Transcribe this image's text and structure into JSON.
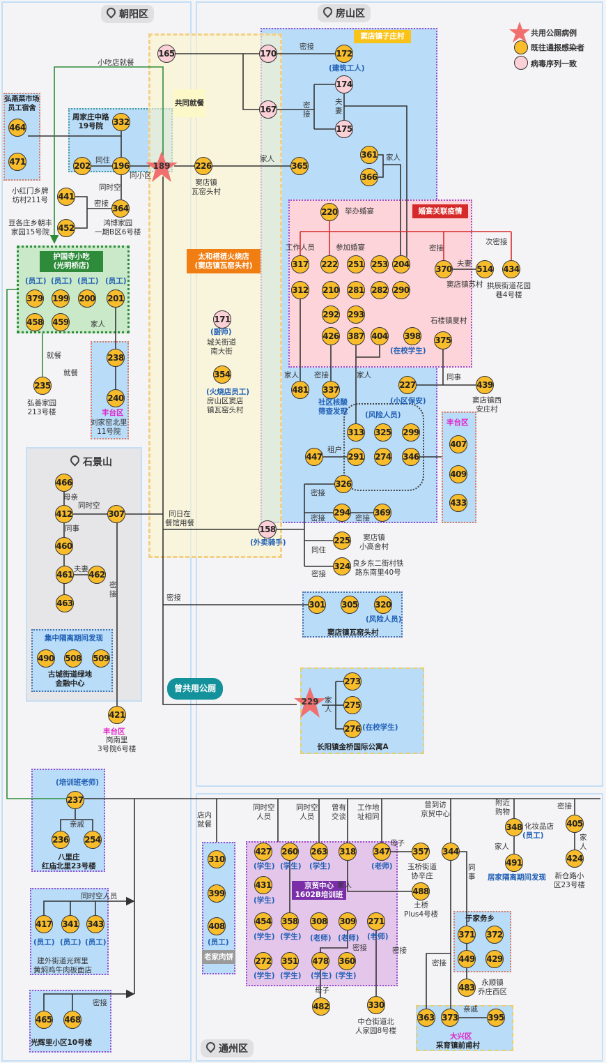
{
  "legend": {
    "star": "共用公厕病例",
    "yellow": "既往通报感染者",
    "pink": "病毒序列一致"
  },
  "districts": {
    "chaoyang": "朝阳区",
    "fangshan": "房山区",
    "shijingshan": "石景山",
    "tongzhou": "通州区"
  },
  "colors": {
    "yellow_node": "#f9bd2c",
    "pink_node": "#fbd0d6",
    "star": "#f07070",
    "area_blue": "#b9dcf8",
    "wedding_pink": "#fcd4da",
    "wedding_line": "#d62a2a",
    "green_link": "#2e8b3a",
    "training_purple": "#e4c6ea"
  },
  "tags": {
    "douzi": "窦店镇子庄村",
    "common_dining": "共同就餐",
    "huoshao": "太和褡裢火烧店\n(窦店镇瓦窑头村)",
    "huguosi": "护国寺小吃\n(光明桥店)",
    "wedding": "婚宴关联疫情",
    "jingmao": "京贸中心\n1602B培训班",
    "toilet": "曾共用公厕",
    "laojia": "老家肉饼",
    "hongyan": "弘燕菜市场\n员工宿舍"
  },
  "nodes": [
    {
      "id": "165",
      "type": "pink"
    },
    {
      "id": "170",
      "type": "pink"
    },
    {
      "id": "172",
      "type": "yellow"
    },
    {
      "id": "174",
      "type": "pink"
    },
    {
      "id": "175",
      "type": "pink"
    },
    {
      "id": "167",
      "type": "pink"
    },
    {
      "id": "332",
      "type": "yellow"
    },
    {
      "id": "464",
      "type": "yellow"
    },
    {
      "id": "471",
      "type": "yellow"
    },
    {
      "id": "202",
      "type": "yellow"
    },
    {
      "id": "196",
      "type": "yellow"
    },
    {
      "id": "189",
      "type": "star"
    },
    {
      "id": "226",
      "type": "yellow"
    },
    {
      "id": "365",
      "type": "yellow"
    },
    {
      "id": "361",
      "type": "yellow"
    },
    {
      "id": "366",
      "type": "yellow"
    },
    {
      "id": "441",
      "type": "yellow"
    },
    {
      "id": "364",
      "type": "yellow"
    },
    {
      "id": "452",
      "type": "yellow"
    },
    {
      "id": "220",
      "type": "yellow"
    },
    {
      "id": "317",
      "type": "yellow"
    },
    {
      "id": "222",
      "type": "yellow"
    },
    {
      "id": "251",
      "type": "yellow"
    },
    {
      "id": "253",
      "type": "yellow"
    },
    {
      "id": "204",
      "type": "yellow"
    },
    {
      "id": "370",
      "type": "yellow"
    },
    {
      "id": "514",
      "type": "yellow"
    },
    {
      "id": "434",
      "type": "yellow"
    },
    {
      "id": "312",
      "type": "yellow"
    },
    {
      "id": "210",
      "type": "yellow"
    },
    {
      "id": "281",
      "type": "yellow"
    },
    {
      "id": "282",
      "type": "yellow"
    },
    {
      "id": "290",
      "type": "yellow"
    },
    {
      "id": "292",
      "type": "yellow"
    },
    {
      "id": "293",
      "type": "yellow"
    },
    {
      "id": "426",
      "type": "yellow"
    },
    {
      "id": "387",
      "type": "yellow"
    },
    {
      "id": "404",
      "type": "yellow"
    },
    {
      "id": "398",
      "type": "yellow"
    },
    {
      "id": "375",
      "type": "yellow"
    },
    {
      "id": "379",
      "type": "yellow"
    },
    {
      "id": "199",
      "type": "yellow"
    },
    {
      "id": "200",
      "type": "yellow"
    },
    {
      "id": "201",
      "type": "yellow"
    },
    {
      "id": "458",
      "type": "yellow"
    },
    {
      "id": "459",
      "type": "yellow"
    },
    {
      "id": "171",
      "type": "pink"
    },
    {
      "id": "238",
      "type": "yellow"
    },
    {
      "id": "240",
      "type": "yellow"
    },
    {
      "id": "481",
      "type": "yellow"
    },
    {
      "id": "337",
      "type": "yellow"
    },
    {
      "id": "227",
      "type": "yellow"
    },
    {
      "id": "439",
      "type": "yellow"
    },
    {
      "id": "354",
      "type": "yellow"
    },
    {
      "id": "235",
      "type": "yellow"
    },
    {
      "id": "313",
      "type": "yellow"
    },
    {
      "id": "325",
      "type": "yellow"
    },
    {
      "id": "299",
      "type": "yellow"
    },
    {
      "id": "447",
      "type": "yellow"
    },
    {
      "id": "291",
      "type": "yellow"
    },
    {
      "id": "274",
      "type": "yellow"
    },
    {
      "id": "346",
      "type": "yellow"
    },
    {
      "id": "407",
      "type": "yellow"
    },
    {
      "id": "409",
      "type": "yellow"
    },
    {
      "id": "433",
      "type": "yellow"
    },
    {
      "id": "466",
      "type": "yellow"
    },
    {
      "id": "412",
      "type": "yellow"
    },
    {
      "id": "307",
      "type": "yellow"
    },
    {
      "id": "460",
      "type": "yellow"
    },
    {
      "id": "461",
      "type": "yellow"
    },
    {
      "id": "462",
      "type": "yellow"
    },
    {
      "id": "463",
      "type": "yellow"
    },
    {
      "id": "326",
      "type": "yellow"
    },
    {
      "id": "294",
      "type": "yellow"
    },
    {
      "id": "369",
      "type": "yellow"
    },
    {
      "id": "158",
      "type": "pink"
    },
    {
      "id": "225",
      "type": "yellow"
    },
    {
      "id": "324",
      "type": "yellow"
    },
    {
      "id": "301",
      "type": "yellow"
    },
    {
      "id": "305",
      "type": "yellow"
    },
    {
      "id": "320",
      "type": "yellow"
    },
    {
      "id": "490",
      "type": "yellow"
    },
    {
      "id": "508",
      "type": "yellow"
    },
    {
      "id": "509",
      "type": "yellow"
    },
    {
      "id": "273",
      "type": "yellow"
    },
    {
      "id": "229",
      "type": "star"
    },
    {
      "id": "275",
      "type": "yellow"
    },
    {
      "id": "276",
      "type": "yellow"
    },
    {
      "id": "421",
      "type": "yellow"
    },
    {
      "id": "237",
      "type": "yellow"
    },
    {
      "id": "236",
      "type": "yellow"
    },
    {
      "id": "254",
      "type": "yellow"
    },
    {
      "id": "310",
      "type": "yellow"
    },
    {
      "id": "399",
      "type": "yellow"
    },
    {
      "id": "408",
      "type": "yellow"
    },
    {
      "id": "427",
      "type": "yellow"
    },
    {
      "id": "260",
      "type": "yellow"
    },
    {
      "id": "263",
      "type": "yellow"
    },
    {
      "id": "318",
      "type": "yellow"
    },
    {
      "id": "347",
      "type": "yellow"
    },
    {
      "id": "357",
      "type": "yellow"
    },
    {
      "id": "344",
      "type": "yellow"
    },
    {
      "id": "348",
      "type": "yellow"
    },
    {
      "id": "405",
      "type": "yellow"
    },
    {
      "id": "491",
      "type": "yellow"
    },
    {
      "id": "424",
      "type": "yellow"
    },
    {
      "id": "431",
      "type": "yellow"
    },
    {
      "id": "488",
      "type": "yellow"
    },
    {
      "id": "454",
      "type": "yellow"
    },
    {
      "id": "358",
      "type": "yellow"
    },
    {
      "id": "308",
      "type": "yellow"
    },
    {
      "id": "309",
      "type": "yellow"
    },
    {
      "id": "271",
      "type": "yellow"
    },
    {
      "id": "371",
      "type": "yellow"
    },
    {
      "id": "372",
      "type": "yellow"
    },
    {
      "id": "449",
      "type": "yellow"
    },
    {
      "id": "429",
      "type": "yellow"
    },
    {
      "id": "483",
      "type": "yellow"
    },
    {
      "id": "417",
      "type": "yellow"
    },
    {
      "id": "341",
      "type": "yellow"
    },
    {
      "id": "343",
      "type": "yellow"
    },
    {
      "id": "272",
      "type": "yellow"
    },
    {
      "id": "351",
      "type": "yellow"
    },
    {
      "id": "478",
      "type": "yellow"
    },
    {
      "id": "360",
      "type": "yellow"
    },
    {
      "id": "482",
      "type": "yellow"
    },
    {
      "id": "330",
      "type": "yellow"
    },
    {
      "id": "363",
      "type": "yellow"
    },
    {
      "id": "373",
      "type": "yellow"
    },
    {
      "id": "395",
      "type": "yellow"
    },
    {
      "id": "465",
      "type": "yellow"
    },
    {
      "id": "468",
      "type": "yellow"
    }
  ],
  "labels": [
    "小吃店就餐",
    "密接",
    "(建筑工人)",
    "密\n接",
    "夫\n妻",
    "周家庄中路\n19号院",
    "同住",
    "同小区",
    "家人",
    "窦店镇\n瓦窑头村",
    "家人",
    "小红门乡牌\n坊村211号",
    "同时空",
    "密接",
    "豆各庄乡朝丰\n家园15号院",
    "鸿博家园\n一期B区6号楼",
    "举办婚宴",
    "工作人员",
    "参加婚宴",
    "密接",
    "次密接",
    "夫妻",
    "窦店镇苏村",
    "拱辰街道花园\n巷4号楼",
    "(员工)",
    "(员工)",
    "(员工)",
    "(员工)",
    "家人",
    "石楼镇夏村",
    "(在校学生)",
    "(厨师)",
    "城关街道\n南大街",
    "就餐",
    "就餐",
    "家人",
    "密接",
    "家人",
    "同事",
    "(火烧店员工)",
    "房山区窦店\n镇瓦窑头村",
    "社区核酸\n筛查发现",
    "(小区保安)",
    "窦店镇西\n安庄村",
    "弘善家园\n213号楼",
    "丰台区",
    "刘家窑北里\n11号院",
    "(风险人员)",
    "丰台区",
    "租户",
    "母亲",
    "同时空",
    "密接",
    "同日在\n餐馆用餐",
    "密接",
    "密接",
    "同事",
    "(外卖骑手)",
    "窦店镇\n小高舍村",
    "同住",
    "良乡东二街村铁\n路东南里40号",
    "夫妻",
    "密接",
    "密\n接",
    "密接",
    "(风险人员)",
    "窦店镇瓦窑头村",
    "集中隔离期间发现",
    "古城街道绿地\n金融中心",
    "家\n人",
    "(在校学生)",
    "丰台区",
    "岗南里\n3号院6号楼",
    "长阳镇金桥国际公寓A",
    "(培训班老师)",
    "亲戚",
    "八里庄\n红庙北里23号楼",
    "店内\n就餐",
    "同时空\n人员",
    "同时空\n人员",
    "曾有\n交谈",
    "工作地\n址相同",
    "曾到访\n京贸中心",
    "附近\n购物",
    "密接",
    "化妆品店",
    "(员工)",
    "家\n人",
    "家人",
    "母子",
    "玉桥街道\n协辛庄",
    "同\n事",
    "(学生)",
    "(学生)",
    "(学生)",
    "(老师)",
    "居家隔离期间发现",
    "新仓路小\n区23号楼",
    "家人",
    "(学生)",
    "土桥\nPlus4号楼",
    "同时空人员",
    "于家务乡",
    "(学生)",
    "(学生)",
    "(老师)",
    "(老师)",
    "(老师)",
    "(员工)",
    "(员工)",
    "(员工)",
    "(员工)",
    "密接",
    "密接",
    "密接",
    "建外街道光辉里\n黄焖鸡牛肉板面店",
    "(学生)",
    "(学生)",
    "(学生)",
    "(学生)",
    "永顺镇\n乔庄西区",
    "母子",
    "密接",
    "亲戚",
    "中仓街道北\n人家园8号楼",
    "大兴区",
    "采育镇前甫村",
    "光辉里小区10号楼"
  ]
}
